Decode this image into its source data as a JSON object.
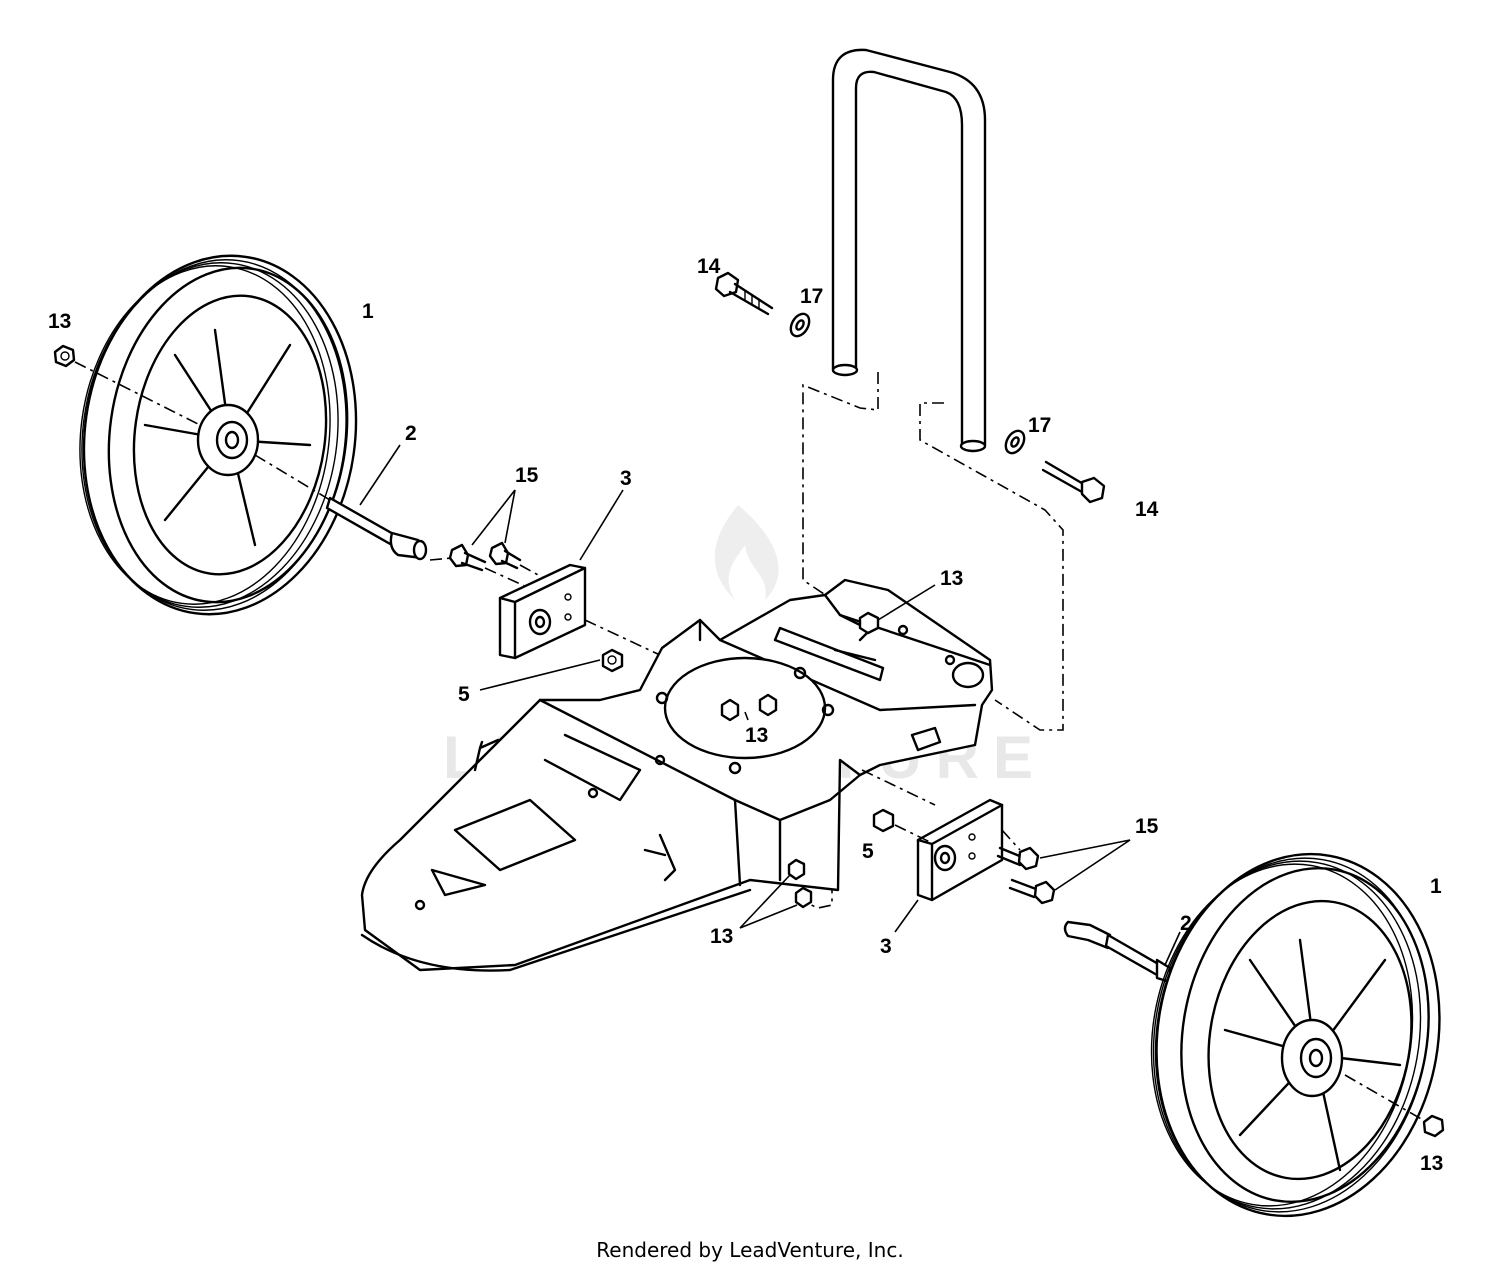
{
  "callouts": {
    "wheel_left": "1",
    "wheel_right": "1",
    "axle_left": "2",
    "axle_right": "2",
    "bracket_left": "3",
    "bracket_right": "3",
    "nut5_left": "5",
    "nut5_right": "5",
    "nut13_left_wheel": "13",
    "nut13_right_wheel": "13",
    "nut13_deck_center": "13",
    "nut13_handle_mount": "13",
    "nut13_bottom": "13",
    "bolt14_top": "14",
    "bolt14_right": "14",
    "bolts15_left": "15",
    "bolts15_right": "15",
    "washer17_left": "17",
    "washer17_right": "17"
  },
  "watermark": {
    "brand": "LEADVENTURE"
  },
  "footer": {
    "credit": "Rendered by LeadVenture, Inc."
  }
}
